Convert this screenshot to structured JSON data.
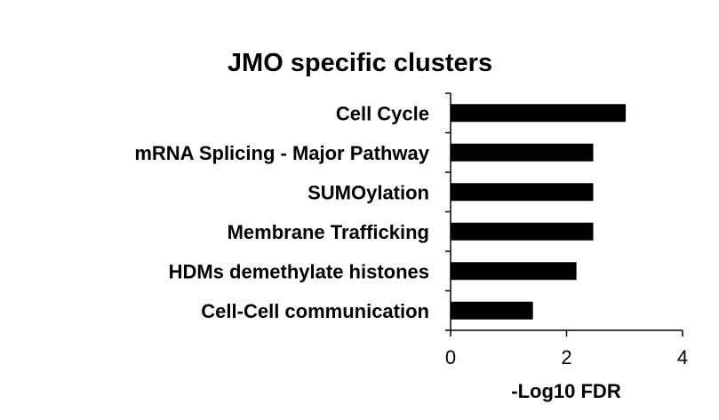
{
  "chart_data": {
    "type": "bar",
    "orientation": "horizontal",
    "title": "JMO specific clusters",
    "xlabel": "-Log10 FDR",
    "ylabel": "",
    "xlim": [
      0,
      4
    ],
    "xticks": [
      "0",
      "2",
      "4"
    ],
    "categories": [
      "Cell Cycle",
      "mRNA Splicing - Major Pathway",
      "SUMOylation",
      "Membrane Trafficking",
      "HDMs demethylate histones",
      "Cell-Cell communication"
    ],
    "values": [
      3.02,
      2.46,
      2.46,
      2.46,
      2.17,
      1.42
    ],
    "grid": false,
    "legend": "none",
    "bar_color": "#000000"
  }
}
